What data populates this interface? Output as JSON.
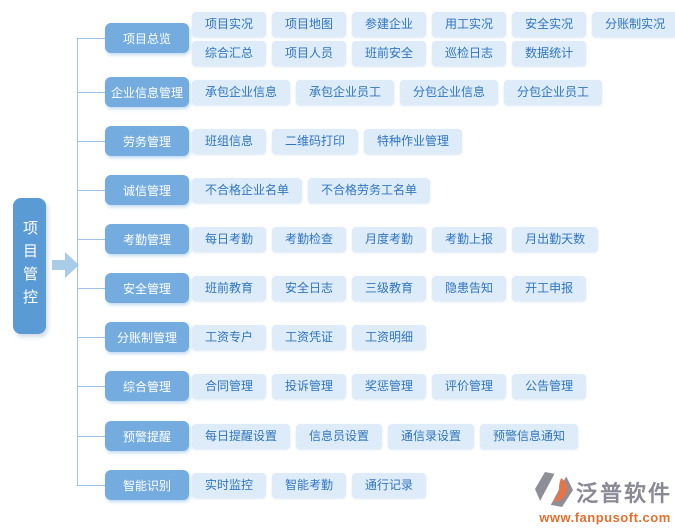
{
  "root": {
    "label": "项目管控"
  },
  "categories": [
    {
      "label": "项目总览",
      "item_rows": [
        [
          "项目实况",
          "项目地图",
          "参建企业",
          "用工实况",
          "安全实况",
          "分账制实况"
        ],
        [
          "综合汇总",
          "项目人员",
          "班前安全",
          "巡检日志",
          "数据统计"
        ]
      ]
    },
    {
      "label": "企业信息管理",
      "item_rows": [
        [
          "承包企业信息",
          "承包企业员工",
          "分包企业信息",
          "分包企业员工"
        ]
      ]
    },
    {
      "label": "劳务管理",
      "item_rows": [
        [
          "班组信息",
          "二维码打印",
          "特种作业管理"
        ]
      ]
    },
    {
      "label": "诚信管理",
      "item_rows": [
        [
          "不合格企业名单",
          "不合格劳务工名单"
        ]
      ]
    },
    {
      "label": "考勤管理",
      "item_rows": [
        [
          "每日考勤",
          "考勤检查",
          "月度考勤",
          "考勤上报",
          "月出勤天数"
        ]
      ]
    },
    {
      "label": "安全管理",
      "item_rows": [
        [
          "班前教育",
          "安全日志",
          "三级教育",
          "隐患告知",
          "开工申报"
        ]
      ]
    },
    {
      "label": "分账制管理",
      "item_rows": [
        [
          "工资专户",
          "工资凭证",
          "工资明细"
        ]
      ]
    },
    {
      "label": "综合管理",
      "item_rows": [
        [
          "合同管理",
          "投诉管理",
          "奖惩管理",
          "评价管理",
          "公告管理"
        ]
      ]
    },
    {
      "label": "预警提醒",
      "item_rows": [
        [
          "每日提醒设置",
          "信息员设置",
          "通信录设置",
          "预警信息通知"
        ]
      ]
    },
    {
      "label": "智能识别",
      "item_rows": [
        [
          "实时监控",
          "智能考勤",
          "通行记录"
        ]
      ]
    }
  ],
  "logo": {
    "name": "泛普软件",
    "url": "www.fanpusoft.com"
  },
  "colors": {
    "root_box": "#5B9BD5",
    "category_box": "#74ACDF",
    "item_bg": "#DEEBF8",
    "item_text": "#2F76C0",
    "connector": "#9DC3E6",
    "arrow": "#A9CCE9",
    "logo_gray": "#8A8A94",
    "logo_orange": "#E2702E"
  }
}
